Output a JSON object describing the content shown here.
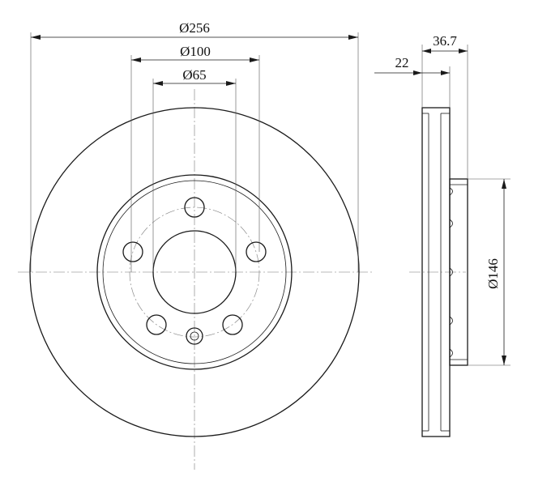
{
  "dimensions": {
    "outer_diameter": "Ø256",
    "bolt_circle_diameter": "Ø100",
    "center_bore_diameter": "Ø65",
    "hat_diameter": "Ø146",
    "total_height": "36.7",
    "disc_thickness": "22"
  },
  "colors": {
    "line": "#1a1a1a",
    "background": "#ffffff"
  }
}
